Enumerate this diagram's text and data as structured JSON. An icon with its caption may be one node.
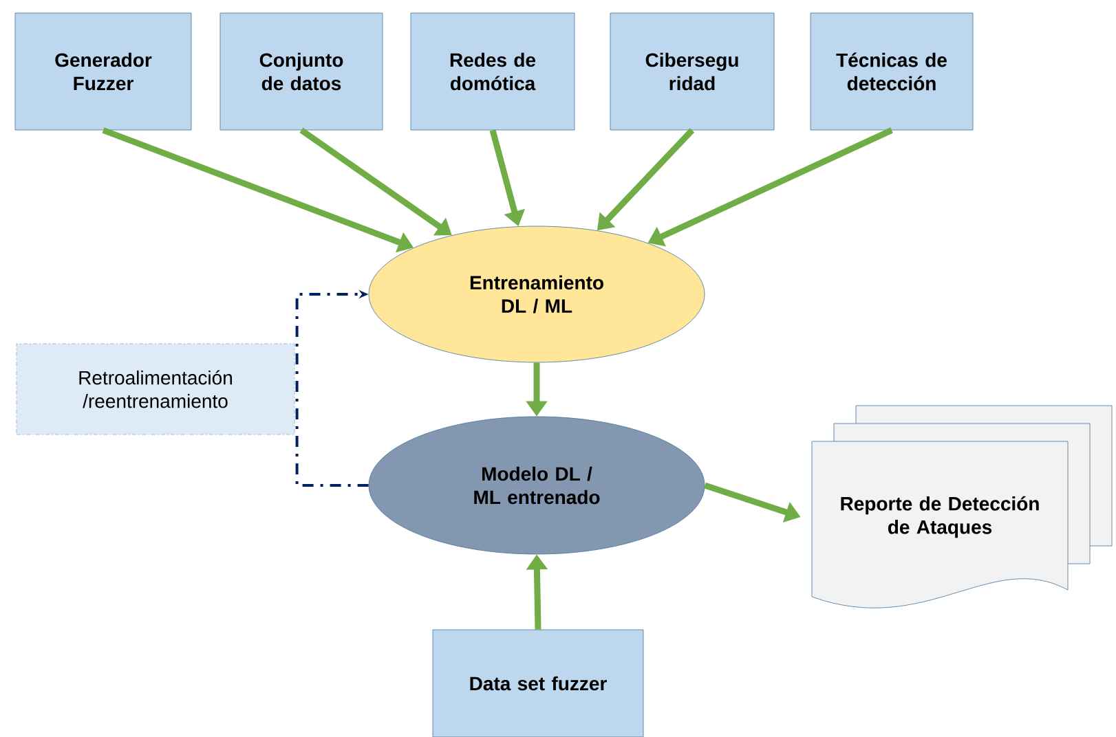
{
  "diagram": {
    "nodes": [
      {
        "text": [
          "Generador Fuzzer"
        ]
      },
      {
        "text": [
          "Conjunto de datos"
        ]
      },
      {
        "text": [
          "Redes de domótica"
        ]
      },
      {
        "text": [
          "Cibersegu ridad"
        ]
      },
      {
        "text": [
          "Técnicas de detección"
        ]
      },
      {
        "text": [
          "Entrenamiento DL / ML"
        ]
      },
      {
        "text": [
          "Retroalimentación /reentrenamiento"
        ]
      },
      {
        "text": [
          "Modelo DL / ML entrenado"
        ]
      },
      {
        "text": [
          "Reporte de Detección de Ataques"
        ]
      },
      {
        "text": [
          "Data set fuzzer"
        ]
      }
    ],
    "edges": [
      {
        "from": 0,
        "to": 5,
        "arrow": "to"
      },
      {
        "from": 1,
        "to": 5,
        "arrow": "to"
      },
      {
        "from": 2,
        "to": 5,
        "arrow": "to"
      },
      {
        "from": 3,
        "to": 5,
        "arrow": "to"
      },
      {
        "from": 4,
        "to": 5,
        "arrow": "to"
      },
      {
        "from": 5,
        "to": 7,
        "arrow": "to"
      },
      {
        "from": 7,
        "to": 8,
        "arrow": "to"
      },
      {
        "from": 9,
        "to": 7,
        "arrow": "to"
      },
      {
        "from": 7,
        "to": 5,
        "arrow": "to",
        "style": "dashed",
        "color": "#002060"
      }
    ]
  }
}
